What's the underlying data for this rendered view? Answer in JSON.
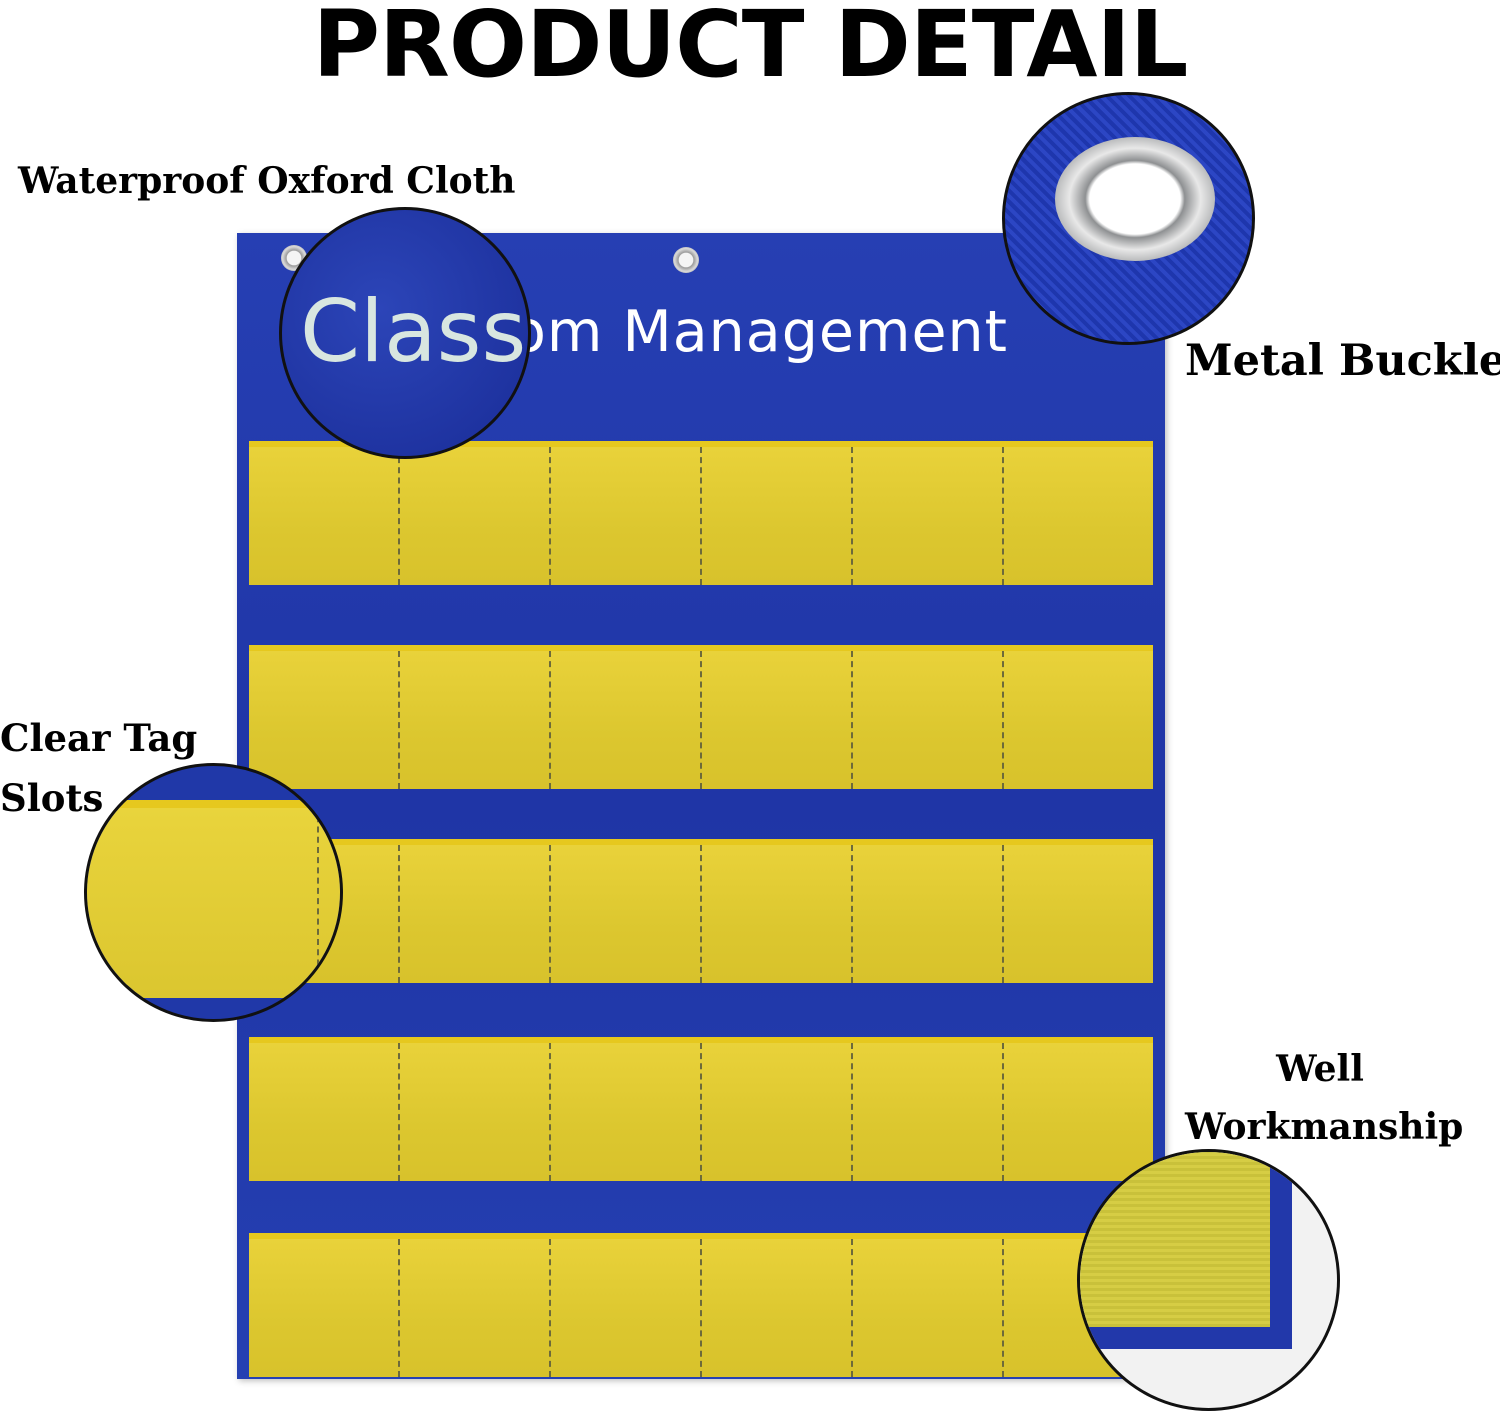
{
  "heading": "PRODUCT DETAIL",
  "chart": {
    "title": "Classroom Management",
    "rows": 5,
    "columns": 6
  },
  "callouts": {
    "cloth": "Waterproof Oxford Cloth",
    "cloth_zoom_text": "Class",
    "buckle": "Metal Buckle",
    "slots_line1": "Clear Tag",
    "slots_line2": "Slots",
    "well_line1": "Well",
    "well_line2": "Workmanship"
  },
  "colors": {
    "fabric_blue": "#2139ab",
    "pocket_yellow": "#e0ca33"
  }
}
